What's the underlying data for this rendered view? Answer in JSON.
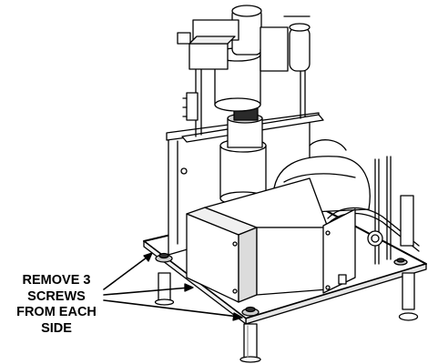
{
  "callout": {
    "lines": [
      "REMOVE 3",
      "SCREWS",
      "FROM EACH",
      "SIDE"
    ]
  },
  "colors": {
    "line": "#000000",
    "background": "#ffffff",
    "shade_dark": "#2a2a2a",
    "shade_mid": "#9a9a9a",
    "shade_light": "#d8d8d8"
  }
}
